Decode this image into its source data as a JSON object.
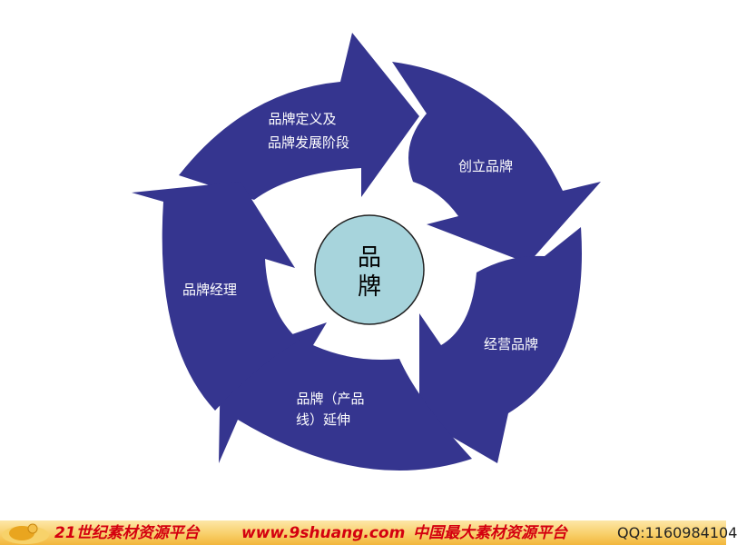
{
  "diagram": {
    "center": {
      "line1": "品",
      "line2": "牌"
    },
    "segments": [
      {
        "lines": [
          "品牌定义及",
          "品牌发展阶段"
        ]
      },
      {
        "lines": [
          "创立品牌"
        ]
      },
      {
        "lines": [
          "经营品牌"
        ]
      },
      {
        "lines": [
          "品牌（产品",
          "线）延伸"
        ]
      },
      {
        "lines": [
          "品牌经理"
        ]
      }
    ],
    "colors": {
      "arrow_fill": "#35358f",
      "center_fill": "#a7d4dc",
      "center_stroke": "#222222",
      "label_color": "#ffffff"
    }
  },
  "footer": {
    "tagline_left": "21世纪素材资源平台",
    "url": "www.9shuang.com",
    "tagline_right": "中国最大素材资源平台",
    "qq": "QQ:1160984104",
    "colors": {
      "text": "#d4000f",
      "band": "#f8cf6a"
    }
  }
}
